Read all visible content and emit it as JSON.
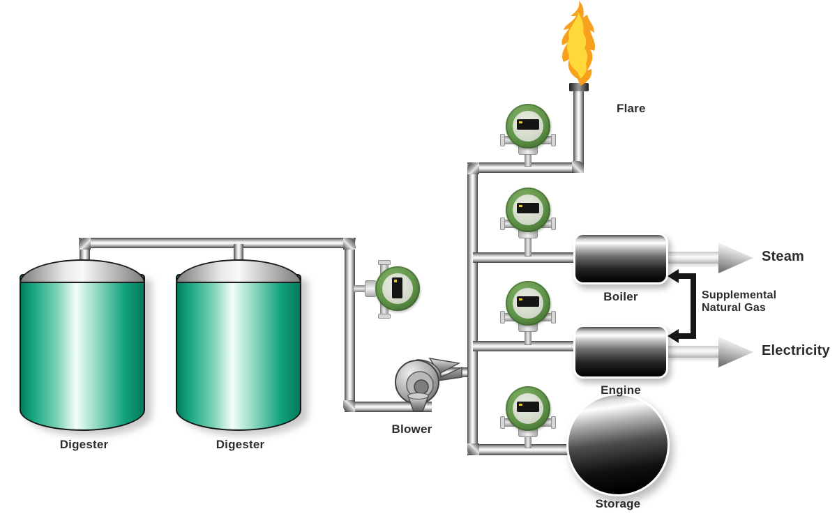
{
  "diagram": {
    "type": "process-flow-diagram",
    "subject": "digester biogas system",
    "labels": {
      "digester_left": "Digester",
      "digester_right": "Digester",
      "blower": "Blower",
      "flare": "Flare",
      "boiler": "Boiler",
      "engine": "Engine",
      "storage": "Storage",
      "steam": "Steam",
      "electricity": "Electricity",
      "supplemental_line1": "Supplemental",
      "supplemental_line2": "Natural Gas"
    },
    "icons": {
      "flow_meter": "flow-meter",
      "flame": "flame",
      "blower": "centrifugal-blower"
    },
    "flow_meters": [
      "digester-line-meter",
      "flare-line-meter",
      "boiler-line-meter",
      "engine-line-meter",
      "storage-line-meter"
    ],
    "colors": {
      "background": "#ffffff",
      "digester_green_dark": "#0a8a66",
      "digester_green_light": "#f2fdf8",
      "meter_ring_green": "#5d9345",
      "meter_face": "#dde3d6",
      "meter_screen": "#141414",
      "meter_screen_dot": "#e8c832",
      "flame_outer": "#F7A01E",
      "flame_inner": "#FFD939",
      "pipe_edge": "#3f3f3f",
      "pipe_highlight": "#fcfcfc",
      "vessel_black": "#000000",
      "connector_black": "#161616",
      "label_text": "#2b2b2b"
    }
  }
}
